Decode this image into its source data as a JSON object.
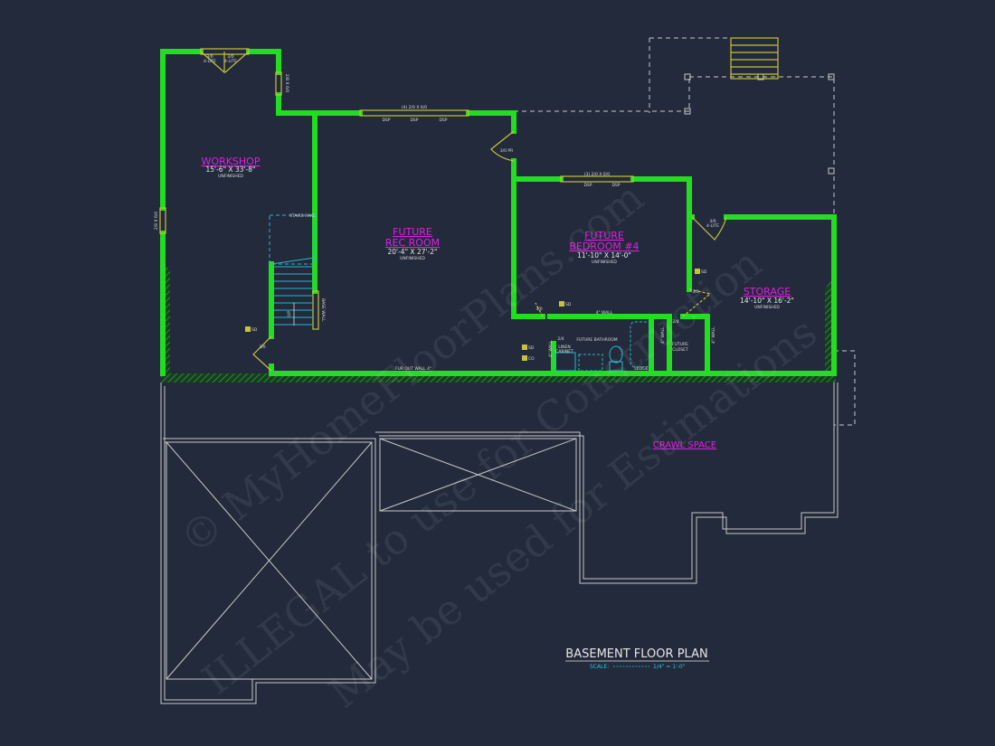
{
  "title": "BASEMENT FLOOR PLAN",
  "scale": {
    "label": "SCALE:",
    "value": "1/4\" = 1'-0\""
  },
  "colors": {
    "background": "#222a3b",
    "walls": "#22dd22",
    "room_labels": "#e020e0",
    "doors_windows": "#c9c13a",
    "fixtures": "#29b6c8"
  },
  "rooms": [
    {
      "name": "WORKSHOP",
      "size": "15'-6\" X 33'-8\"",
      "note": "UNFINISHED"
    },
    {
      "name1": "FUTURE",
      "name2": "REC ROOM",
      "size": "20'-4\" X 27'-2\"",
      "note": "UNFINISHED"
    },
    {
      "name1": "FUTURE",
      "name2": "BEDROOM #4",
      "size": "11'-10\" X 14'-0\"",
      "note": "UNFINISHED"
    },
    {
      "name": "STORAGE",
      "size": "14'-10\" X 16'-2\"",
      "note": "UNFINISHED"
    },
    {
      "name": "CRAWL SPACE"
    }
  ],
  "labels": {
    "door_3068_4lite": "3/0",
    "four_lite": "4-LITE",
    "window_2860": "2/8 X 6/0",
    "window_rec": "(4) 2/0 X 6/0",
    "window_bed": "(3) 2/0 X 6/0",
    "dsp": "DSP",
    "door_3068pr": "3/0 PR",
    "door_30": "3/0",
    "door_24": "2/4",
    "stairs_rake": "STAIRS RAKE",
    "base_wall": "BASE WALL",
    "up": "UP",
    "sd": "SD",
    "co": "CO",
    "fur_out_wall": "FUR OUT WALL 4\"",
    "four_wall": "4\" WALL",
    "future_bathroom": "FUTURE BATHROOM",
    "linen_cabinet_1": "LINEN",
    "linen_cabinet_2": "CABINET",
    "ledge": "LEDGE",
    "future_closet_1": "FUTURE",
    "future_closet_2": "CLOSET"
  },
  "watermark": [
    "© MyHomeFloorPlans.com",
    "ILLEGAL to use for Construction",
    "May be used for Estimations"
  ]
}
